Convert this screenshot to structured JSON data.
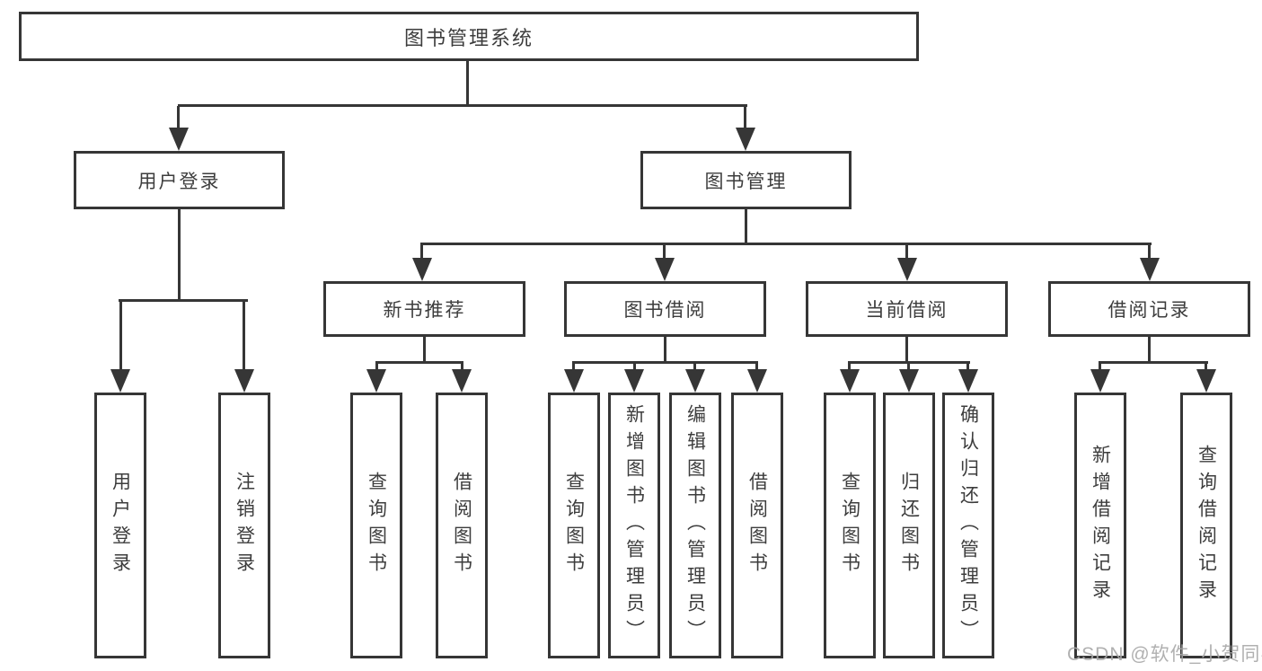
{
  "tree": {
    "root": {
      "label": "图书管理系统"
    },
    "user_login": {
      "label": "用户登录",
      "leaves": [
        "用户登录",
        "注销登录"
      ]
    },
    "book_management": {
      "label": "图书管理",
      "children": [
        {
          "label": "新书推荐",
          "leaves": [
            "查询图书",
            "借阅图书"
          ]
        },
        {
          "label": "图书借阅",
          "leaves": [
            "查询图书",
            "新增图书（管理员）",
            "编辑图书（管理员）",
            "借阅图书"
          ]
        },
        {
          "label": "当前借阅",
          "leaves": [
            "查询图书",
            "归还图书",
            "确认归还（管理员）"
          ]
        },
        {
          "label": "借阅记录",
          "leaves": [
            "新增借阅记录",
            "查询借阅记录"
          ]
        }
      ]
    }
  },
  "watermark": "CSDN @软件_小贺同学",
  "colors": {
    "line": "#363636",
    "text": "#3d3d3d",
    "watermark": "#a8a8a8",
    "background": "#ffffff"
  }
}
